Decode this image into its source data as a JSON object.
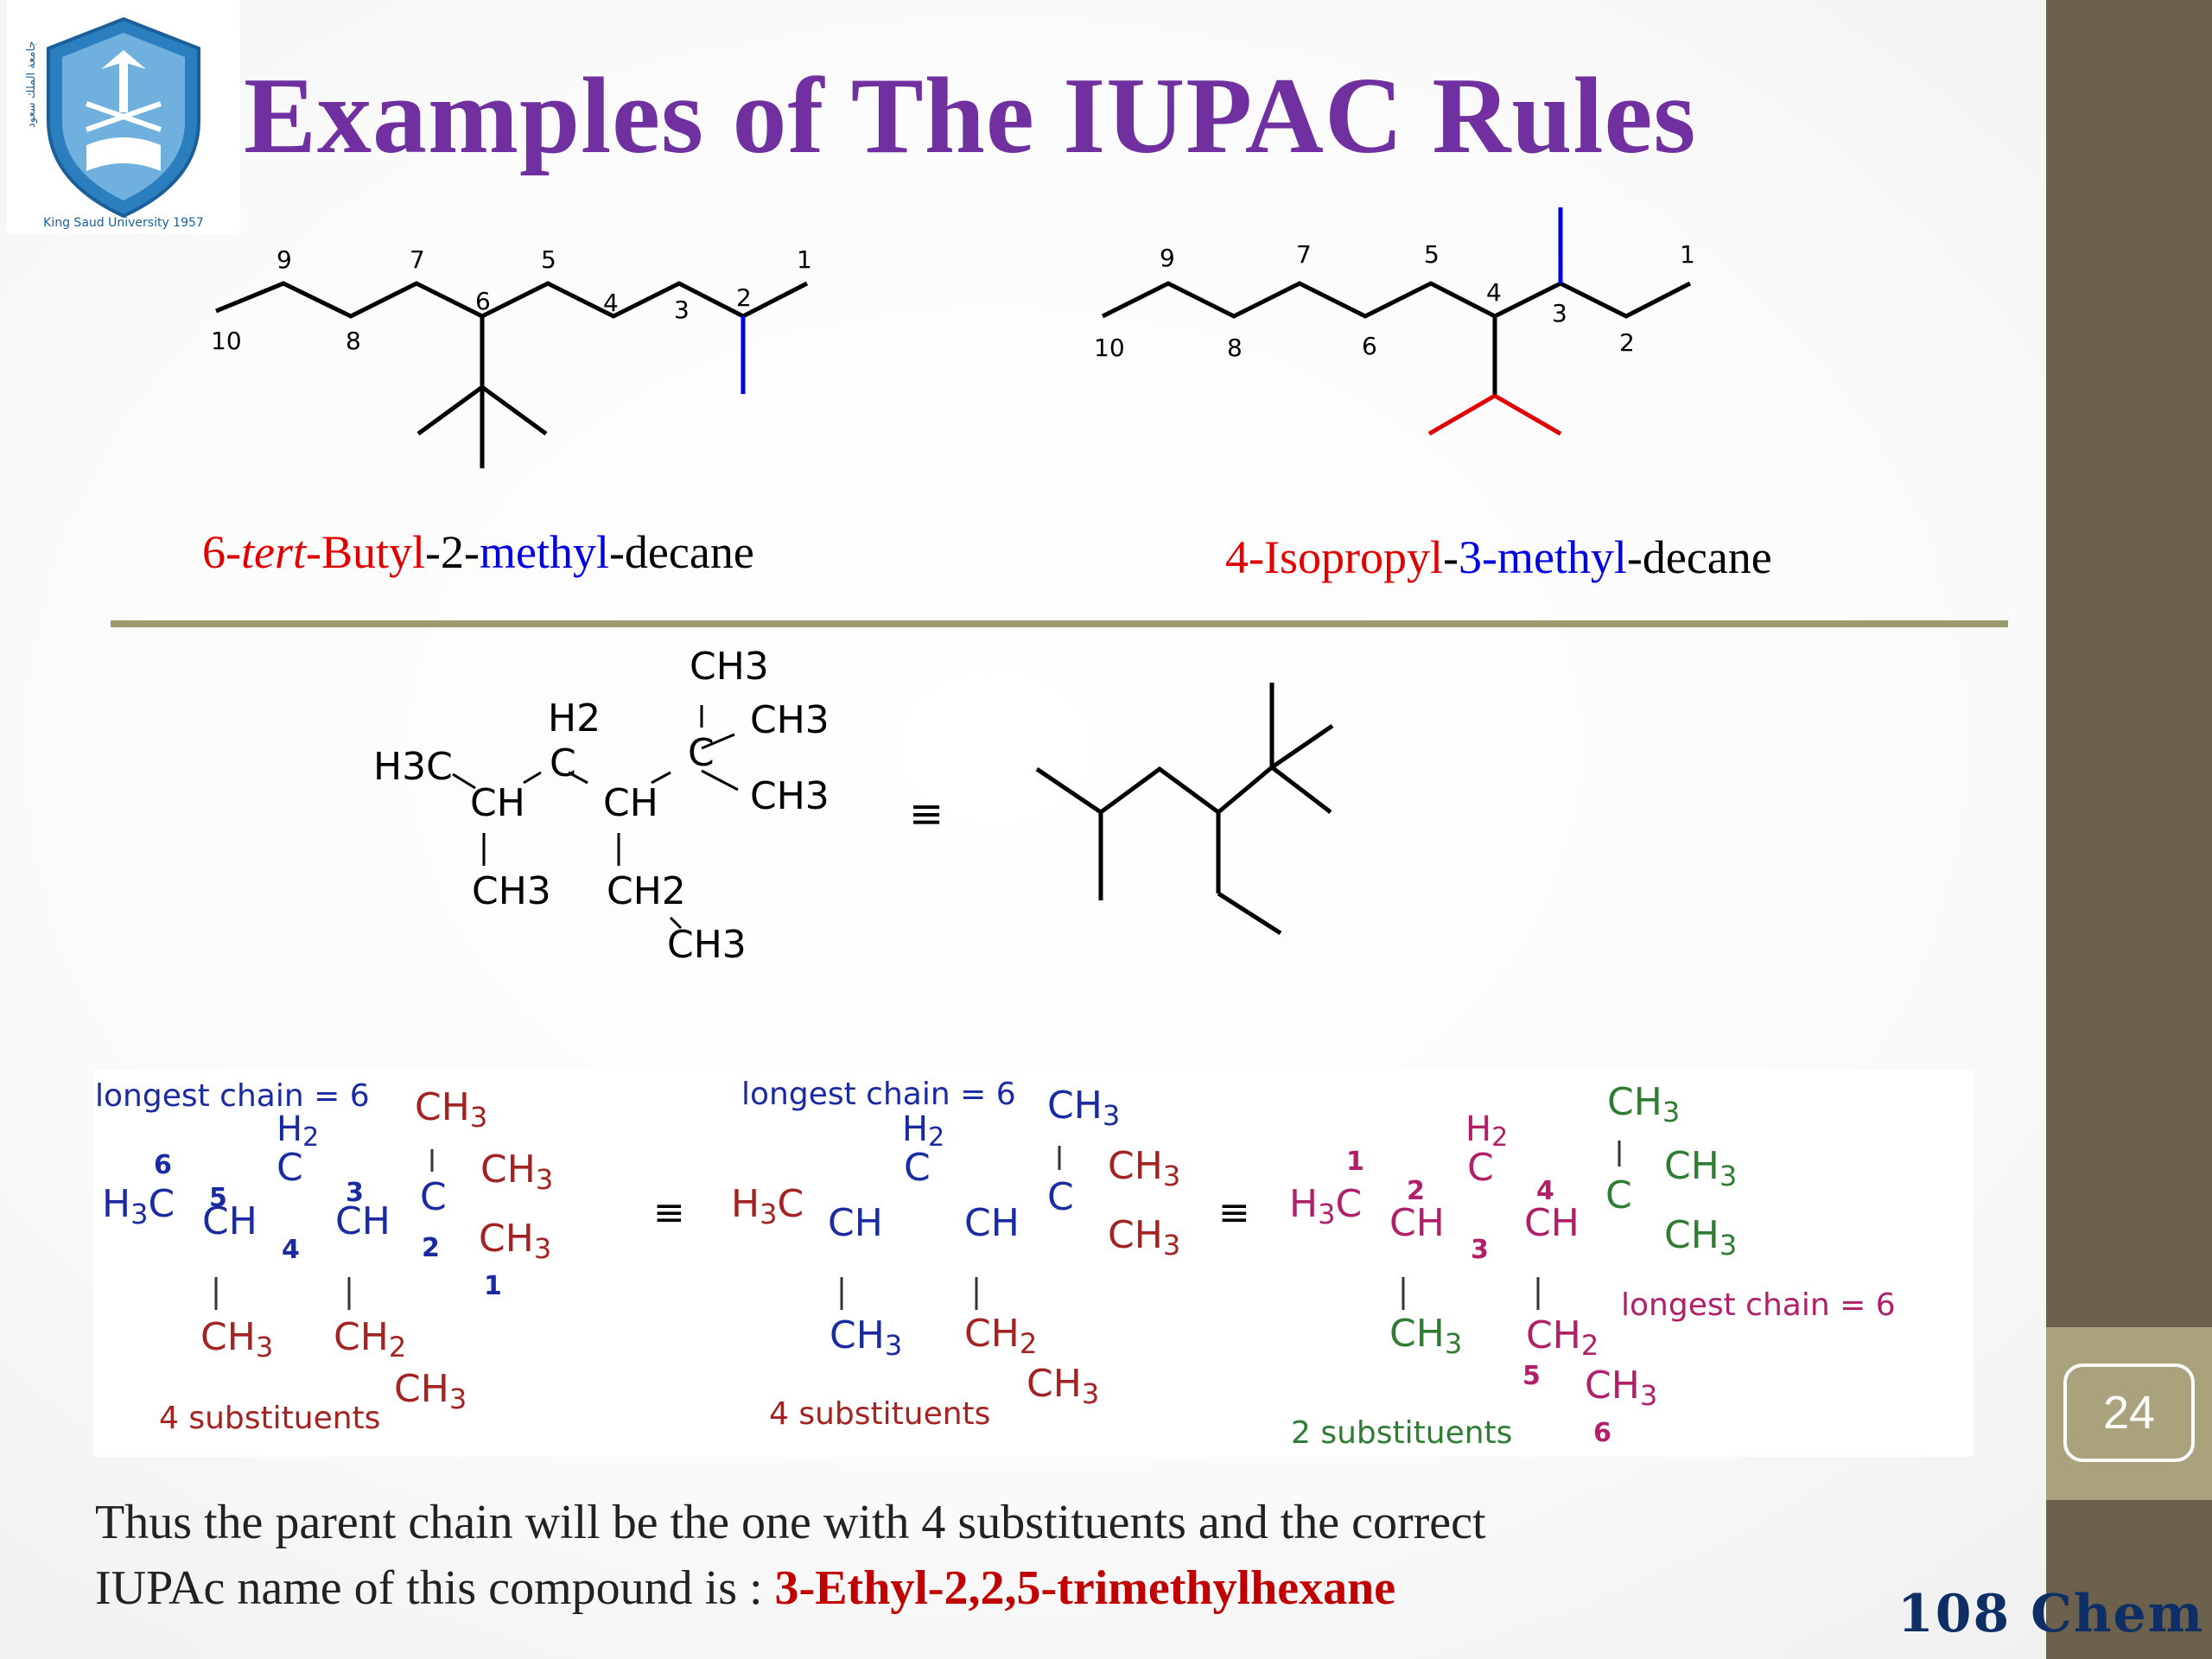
{
  "header": {
    "title": "Examples of The IUPAC Rules",
    "logo_text": "King Saud University 1957",
    "logo_text_ar": "جامعة الملك سعود"
  },
  "example1": {
    "numbers": [
      "10",
      "9",
      "8",
      "7",
      "6",
      "5",
      "4",
      "3",
      "2",
      "1"
    ],
    "name_parts": [
      "6-",
      "tert",
      "-Butyl",
      "-2-",
      "methyl",
      "-decane"
    ]
  },
  "example2": {
    "numbers": [
      "10",
      "9",
      "8",
      "7",
      "6",
      "5",
      "4",
      "3",
      "2",
      "1"
    ],
    "name_parts": [
      "4-Isopropyl",
      "-",
      "3-methyl",
      "-decane"
    ]
  },
  "condensed": {
    "ch3_top": "CH3",
    "h2": "H2",
    "ch3_r1": "CH3",
    "h3c": "H3C",
    "ch_a": "CH",
    "c_link": "C",
    "ch_b": "CH",
    "c_quat": "C",
    "ch3_r2": "CH3",
    "ch3_low": "CH3",
    "ch2": "CH2",
    "ch3_eth": "CH3",
    "equiv": "≡"
  },
  "analysis": [
    {
      "chain_label": "longest chain = 6",
      "substituents": "4 substituents",
      "numbers": [
        "6",
        "5",
        "4",
        "3",
        "2",
        "1"
      ]
    },
    {
      "chain_label": "longest chain = 6",
      "substituents": "4 substituents"
    },
    {
      "chain_label": "longest chain = 6",
      "substituents": "2 substituents",
      "numbers": [
        "1",
        "2",
        "3",
        "4",
        "5",
        "6"
      ]
    }
  ],
  "conclusion": {
    "line1": "Thus the parent chain will be the one with 4 substituents and the correct",
    "line2": "IUPAc name of this compound  is : ",
    "answer": "3-Ethyl-2,2,5-trimethylhexane"
  },
  "footer": {
    "page_number": "24",
    "course": "108 Chem"
  },
  "colors": {
    "title": "#7030a0",
    "sidebar": "#6b614c",
    "tab": "#a9a27c",
    "divider": "#9c9a6e",
    "answer": "#c00000",
    "course": "#0d2f66"
  }
}
